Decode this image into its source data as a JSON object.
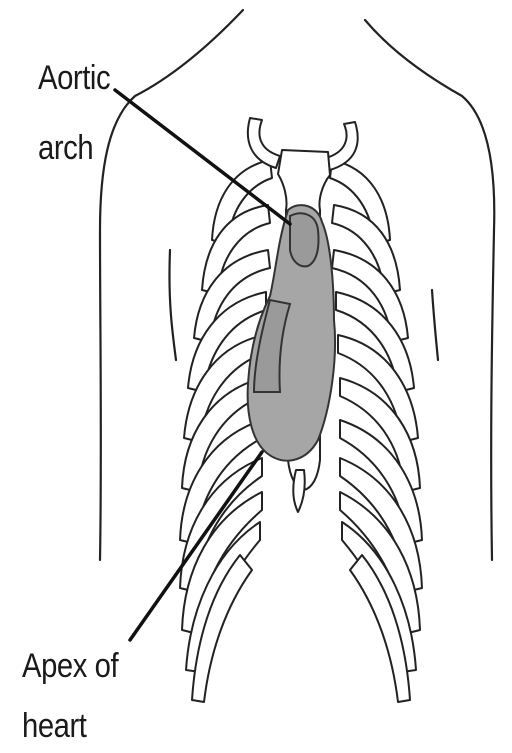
{
  "labels": {
    "aortic_line1": "Aortic",
    "aortic_line2": "arch",
    "apex_line1": "Apex of",
    "apex_line2": "heart"
  },
  "colors": {
    "heart_fill": "#a6a6a6",
    "line": "#222222",
    "background": "#ffffff"
  }
}
